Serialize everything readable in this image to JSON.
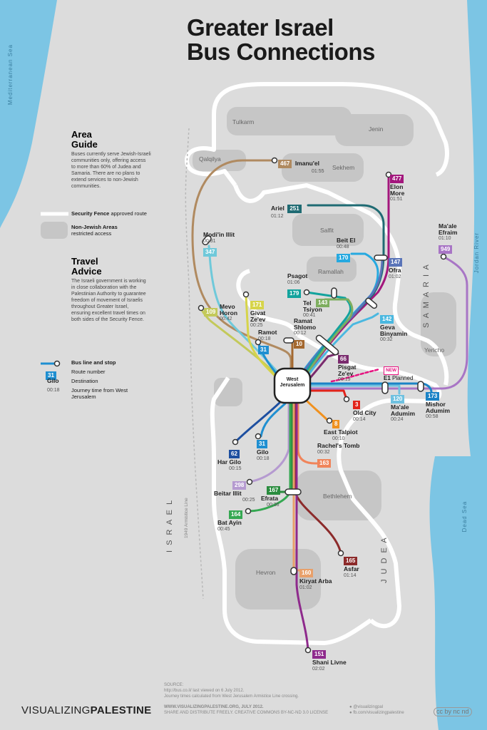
{
  "title": {
    "line1": "Greater Israel",
    "line2": "Bus Connections"
  },
  "seas": {
    "mediterranean": "Mediterranean Sea",
    "jordan": "Jordan River",
    "dead": "Dead Sea"
  },
  "regions": {
    "tulkarm": "Tulkarm",
    "jenin": "Jenin",
    "qalqilya": "Qalqilya",
    "sekhem": "Sekhem",
    "salfit": "Salfit",
    "ramallah": "Ramallah",
    "jericho": "Yericho",
    "bethlehem": "Bethlehem",
    "hevron": "Hevron"
  },
  "territory_letters": {
    "samaria": "S A M A R I A",
    "israel": "I S R A E L",
    "judea": "J U D E A"
  },
  "armistice": "1949 Armistice Line",
  "center": {
    "line1": "West",
    "line2": "Jerusalem"
  },
  "area_guide": {
    "heading1": "Area",
    "heading2": "Guide",
    "body": "Buses currently serve Jewish-Israeli communities only, offering access to more than 60% of Judea and Samaria. There are no plans to extend services to non-Jewish communities.",
    "fence_label": "Security Fence",
    "fence_desc": "approved route",
    "areas_label": "Non-Jewish Areas",
    "areas_desc": "restricted access"
  },
  "travel_advice": {
    "heading1": "Travel",
    "heading2": "Advice",
    "body": "The Israeli government is working in close collaboration with the Palestinian Authority to guarantee freedom of movement of Israelis throughout Greater Israel, ensuring excellent travel times on both sides of the Security Fence."
  },
  "key": {
    "line_label": "Bus line and stop",
    "route_badge": "31",
    "route_label": "Route number",
    "dest_name": "Gilo",
    "dest_label": "Destination",
    "time_value": "00:18",
    "time_label": "Journey time from West Jerusalem"
  },
  "routes": [
    {
      "number": "467",
      "name": "Imanu'el",
      "time": "01:55",
      "color": "#b08a60"
    },
    {
      "number": "477",
      "name": "Elon More",
      "time": "01:51",
      "color": "#a3177d"
    },
    {
      "number": "251",
      "name": "Ariel",
      "time": "01:12",
      "color": "#1f6b73"
    },
    {
      "number": "347",
      "name": "Modi'in Illit",
      "time": "00:31",
      "color": "#6fc9da"
    },
    {
      "number": "170",
      "name": "Beit El",
      "time": "00:48",
      "color": "#26a9e0"
    },
    {
      "number": "147",
      "name": "Ofra",
      "time": "01:02",
      "color": "#5a74b8"
    },
    {
      "number": "949",
      "name": "Ma'ale Efraim",
      "time": "01:10",
      "color": "#a875c5"
    },
    {
      "number": "179",
      "name": "Psagot",
      "time": "01:06",
      "color": "#13a39d"
    },
    {
      "number": "143",
      "name": "Tel Tsiyon",
      "time": "00:41",
      "color": "#7eae5f"
    },
    {
      "number": "109",
      "name": "Mevo Horon",
      "time": "00:42",
      "color": "#c3c95a"
    },
    {
      "number": "171",
      "name": "Givat Ze'ev",
      "time": "00:25",
      "color": "#d6d44a"
    },
    {
      "number": "142",
      "name": "Geva Binyamin",
      "time": "00:32",
      "color": "#4ab8e0"
    },
    {
      "number": "10",
      "name": "Ramat Shlomo",
      "time": "00:12",
      "color": "#a4682f"
    },
    {
      "number": "31",
      "name": "Ramot",
      "time": "00:18",
      "color": "#1f8fd1"
    },
    {
      "number": "66",
      "name": "Pisgat Ze'ev",
      "time": "00:19",
      "color": "#7a2b6e"
    },
    {
      "number": "3",
      "name": "Old City",
      "time": "00:14",
      "color": "#e2231a"
    },
    {
      "number": "120",
      "name": "Ma'ale Adumim",
      "time": "00:24",
      "color": "#6fc1e0"
    },
    {
      "number": "173",
      "name": "Mishor Adumim",
      "time": "00:58",
      "color": "#1b83c6"
    },
    {
      "number": "8",
      "name": "East Talpiot",
      "time": "00:10",
      "color": "#f0911e"
    },
    {
      "number": "163",
      "name": "Rachel's Tomb",
      "time": "00:32",
      "color": "#f0845a"
    },
    {
      "number": "62",
      "name": "Har Gilo",
      "time": "00:15",
      "color": "#1d4fa0"
    },
    {
      "number": "31",
      "name": "Gilo",
      "time": "00:18",
      "color": "#1f8fd1"
    },
    {
      "number": "298",
      "name": "Beitar Illit",
      "time": "00:25",
      "color": "#b59ad0"
    },
    {
      "number": "167",
      "name": "Efrata",
      "time": "00:36",
      "color": "#2a8c3e"
    },
    {
      "number": "164",
      "name": "Bat Ayin",
      "time": "00:45",
      "color": "#35a852"
    },
    {
      "number": "165",
      "name": "Asfar",
      "time": "01:14",
      "color": "#8c2a2a"
    },
    {
      "number": "160",
      "name": "Kiryat Arba",
      "time": "01:02",
      "color": "#e8a06a"
    },
    {
      "number": "151",
      "name": "Shani Livne",
      "time": "02:02",
      "color": "#8e2a8c"
    }
  ],
  "e1": {
    "badge": "NEW",
    "name": "E1",
    "status": "Planned",
    "color": "#e6117f"
  },
  "footer": {
    "source_label": "SOURCE:",
    "source_line1": "http://bus.co.il/ last viewed on 6 July 2012.",
    "source_line2": "Journey times calculated from West Jerusalem Armistice Line crossing.",
    "web": "WWW.VISUALIZINGPALESTINE.ORG, JULY 2012.",
    "license": "SHARE AND DISTRIBUTE FREELY. CREATIVE COMMONS BY-NC-ND 3.0 LICENSE",
    "twitter": "@visualizingpal",
    "facebook": "fb.com/visualizingpalestine",
    "brand_light": "VISUALIZING",
    "brand_bold": "PALESTINE",
    "cc": "cc by nc nd"
  },
  "colors": {
    "background": "#dcdcdc",
    "fence": "#ffffff",
    "area": "#c9c9c9",
    "sea": "#7cc5e4"
  }
}
